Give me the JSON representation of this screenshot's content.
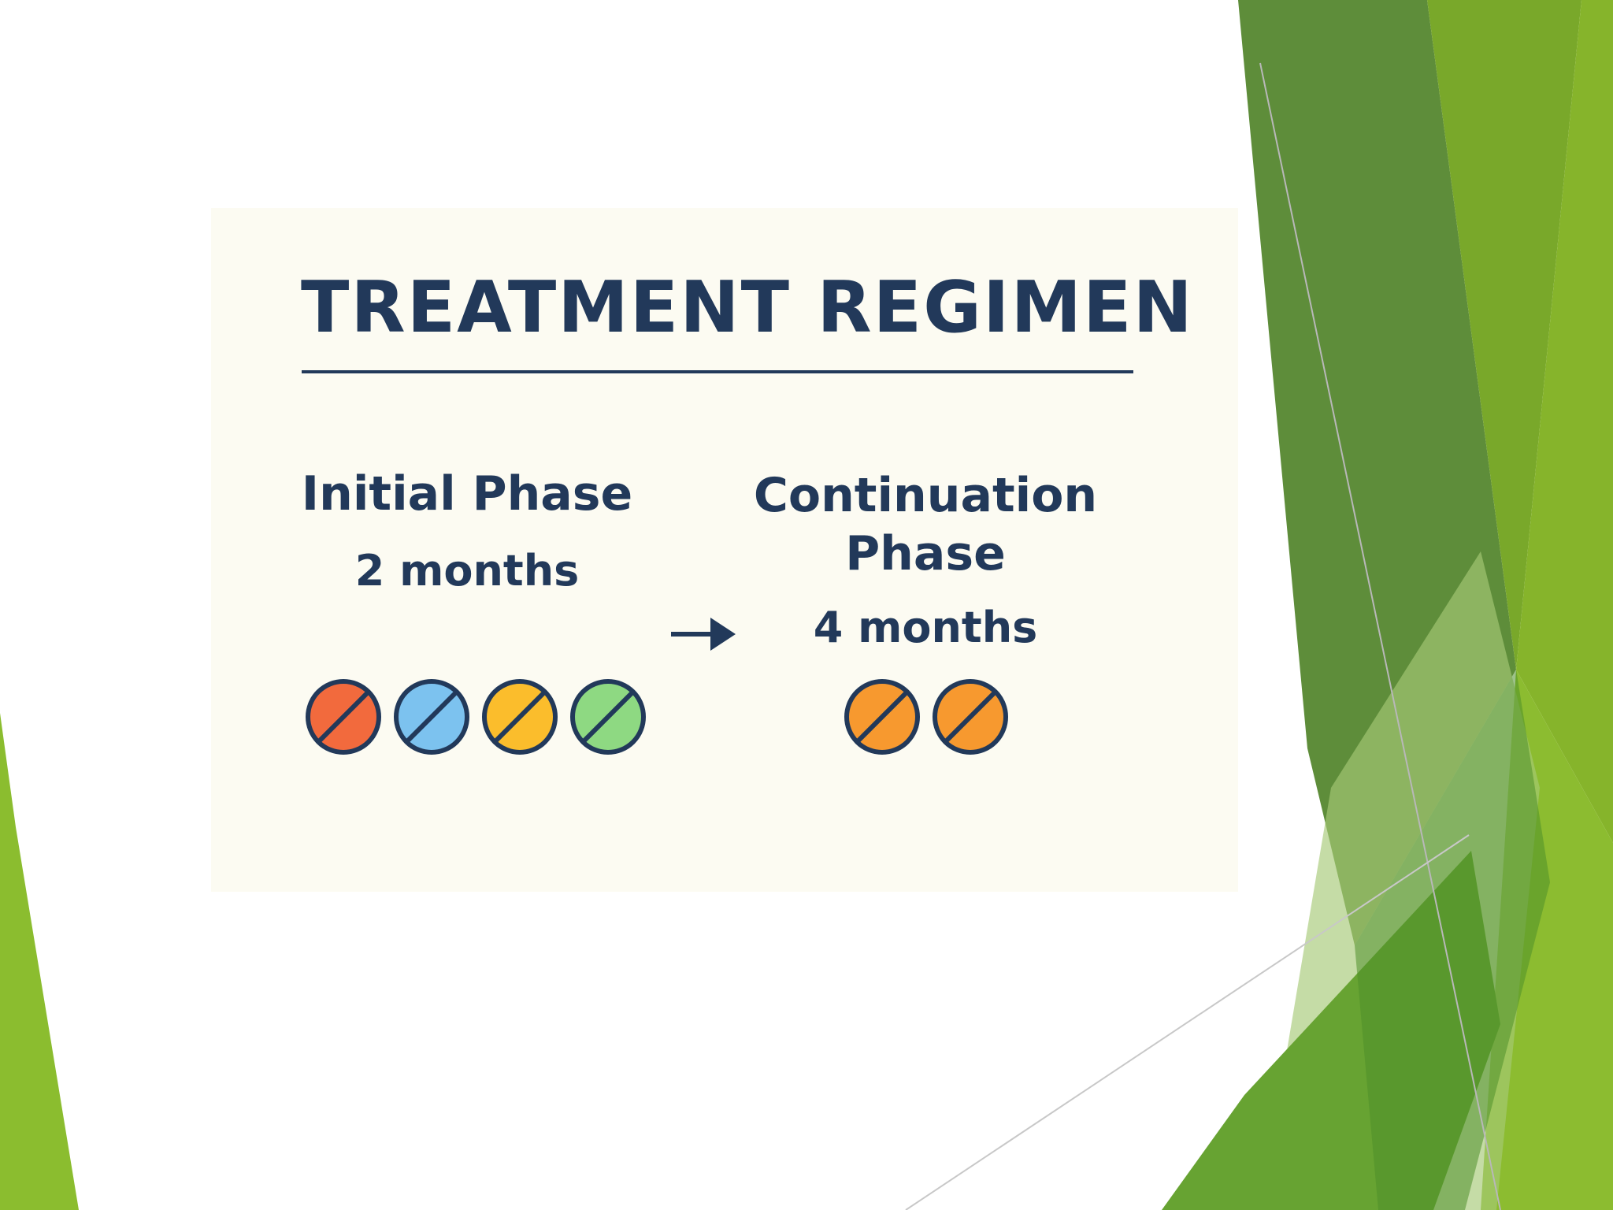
{
  "title": "TREATMENT REGIMEN",
  "phases": [
    {
      "label": "Initial Phase",
      "duration": "2 months",
      "pills": [
        {
          "color": "#f26a3d",
          "icon": "pill-icon"
        },
        {
          "color": "#7cc2ef",
          "icon": "pill-icon"
        },
        {
          "color": "#fbbd2c",
          "icon": "pill-icon"
        },
        {
          "color": "#8ed982",
          "icon": "pill-icon"
        }
      ]
    },
    {
      "label": "Continuation Phase",
      "duration": "4 months",
      "pills": [
        {
          "color": "#f7992f",
          "icon": "pill-icon"
        },
        {
          "color": "#f7992f",
          "icon": "pill-icon"
        }
      ]
    }
  ],
  "arrow_icon": "arrow-right-icon",
  "colors": {
    "text": "#22395a",
    "card_background": "#fcfbf2",
    "green_dark": "#5d8c38",
    "green_light": "#86b72c"
  }
}
